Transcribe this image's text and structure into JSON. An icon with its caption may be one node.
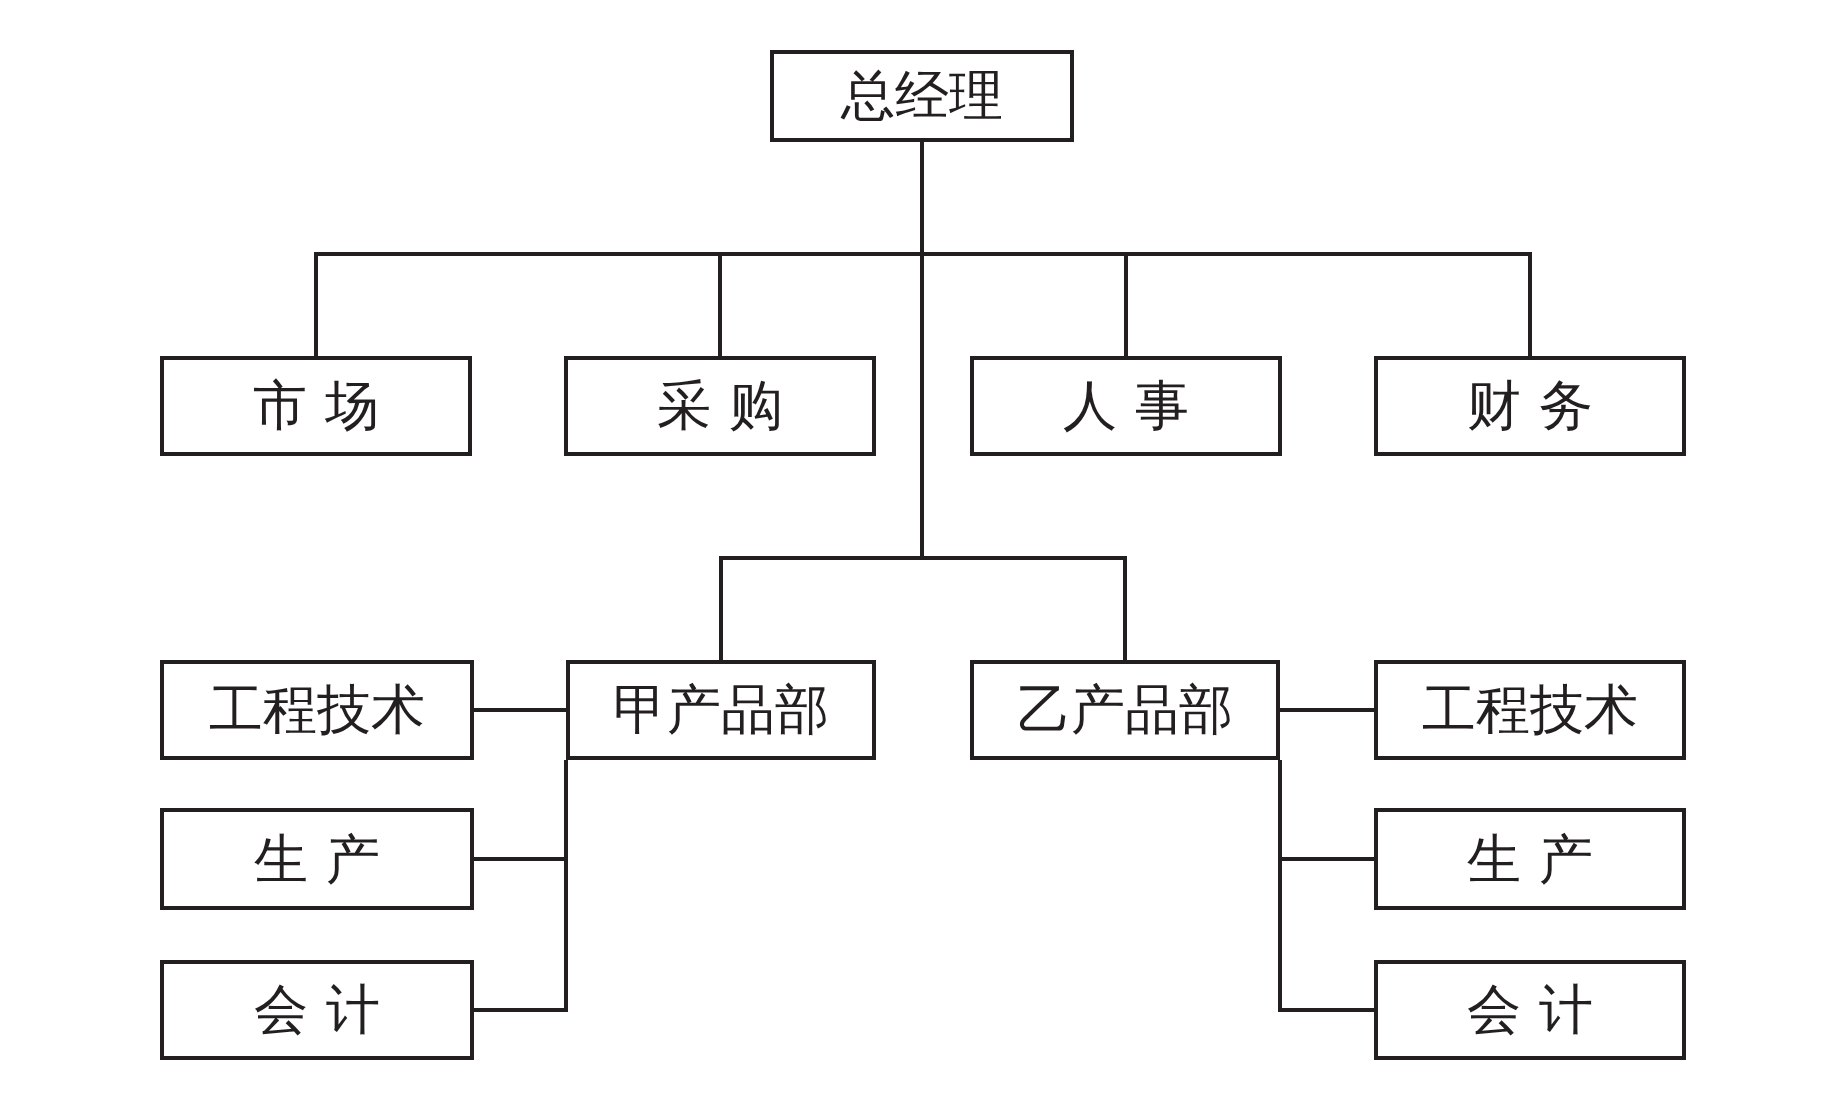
{
  "diagram": {
    "nodes": [
      {
        "text": [
          "总经理"
        ]
      },
      {
        "text": [
          "市 场"
        ]
      },
      {
        "text": [
          "采 购"
        ]
      },
      {
        "text": [
          "人 事"
        ]
      },
      {
        "text": [
          "财 务"
        ]
      },
      {
        "text": [
          "甲产品部"
        ]
      },
      {
        "text": [
          "乙产品部"
        ]
      },
      {
        "text": [
          "工程技术"
        ]
      },
      {
        "text": [
          "生 产"
        ]
      },
      {
        "text": [
          "会 计"
        ]
      },
      {
        "text": [
          "工程技术"
        ]
      },
      {
        "text": [
          "生 产"
        ]
      },
      {
        "text": [
          "会 计"
        ]
      }
    ],
    "edges": [
      {
        "from": 0,
        "to": 1,
        "arrow": "none"
      },
      {
        "from": 0,
        "to": 2,
        "arrow": "none"
      },
      {
        "from": 0,
        "to": 3,
        "arrow": "none"
      },
      {
        "from": 0,
        "to": 4,
        "arrow": "none"
      },
      {
        "from": 0,
        "to": 5,
        "arrow": "none"
      },
      {
        "from": 0,
        "to": 6,
        "arrow": "none"
      },
      {
        "from": 5,
        "to": 7,
        "arrow": "none"
      },
      {
        "from": 5,
        "to": 8,
        "arrow": "none"
      },
      {
        "from": 5,
        "to": 9,
        "arrow": "none"
      },
      {
        "from": 6,
        "to": 10,
        "arrow": "none"
      },
      {
        "from": 6,
        "to": 11,
        "arrow": "none"
      },
      {
        "from": 6,
        "to": 12,
        "arrow": "none"
      }
    ]
  }
}
